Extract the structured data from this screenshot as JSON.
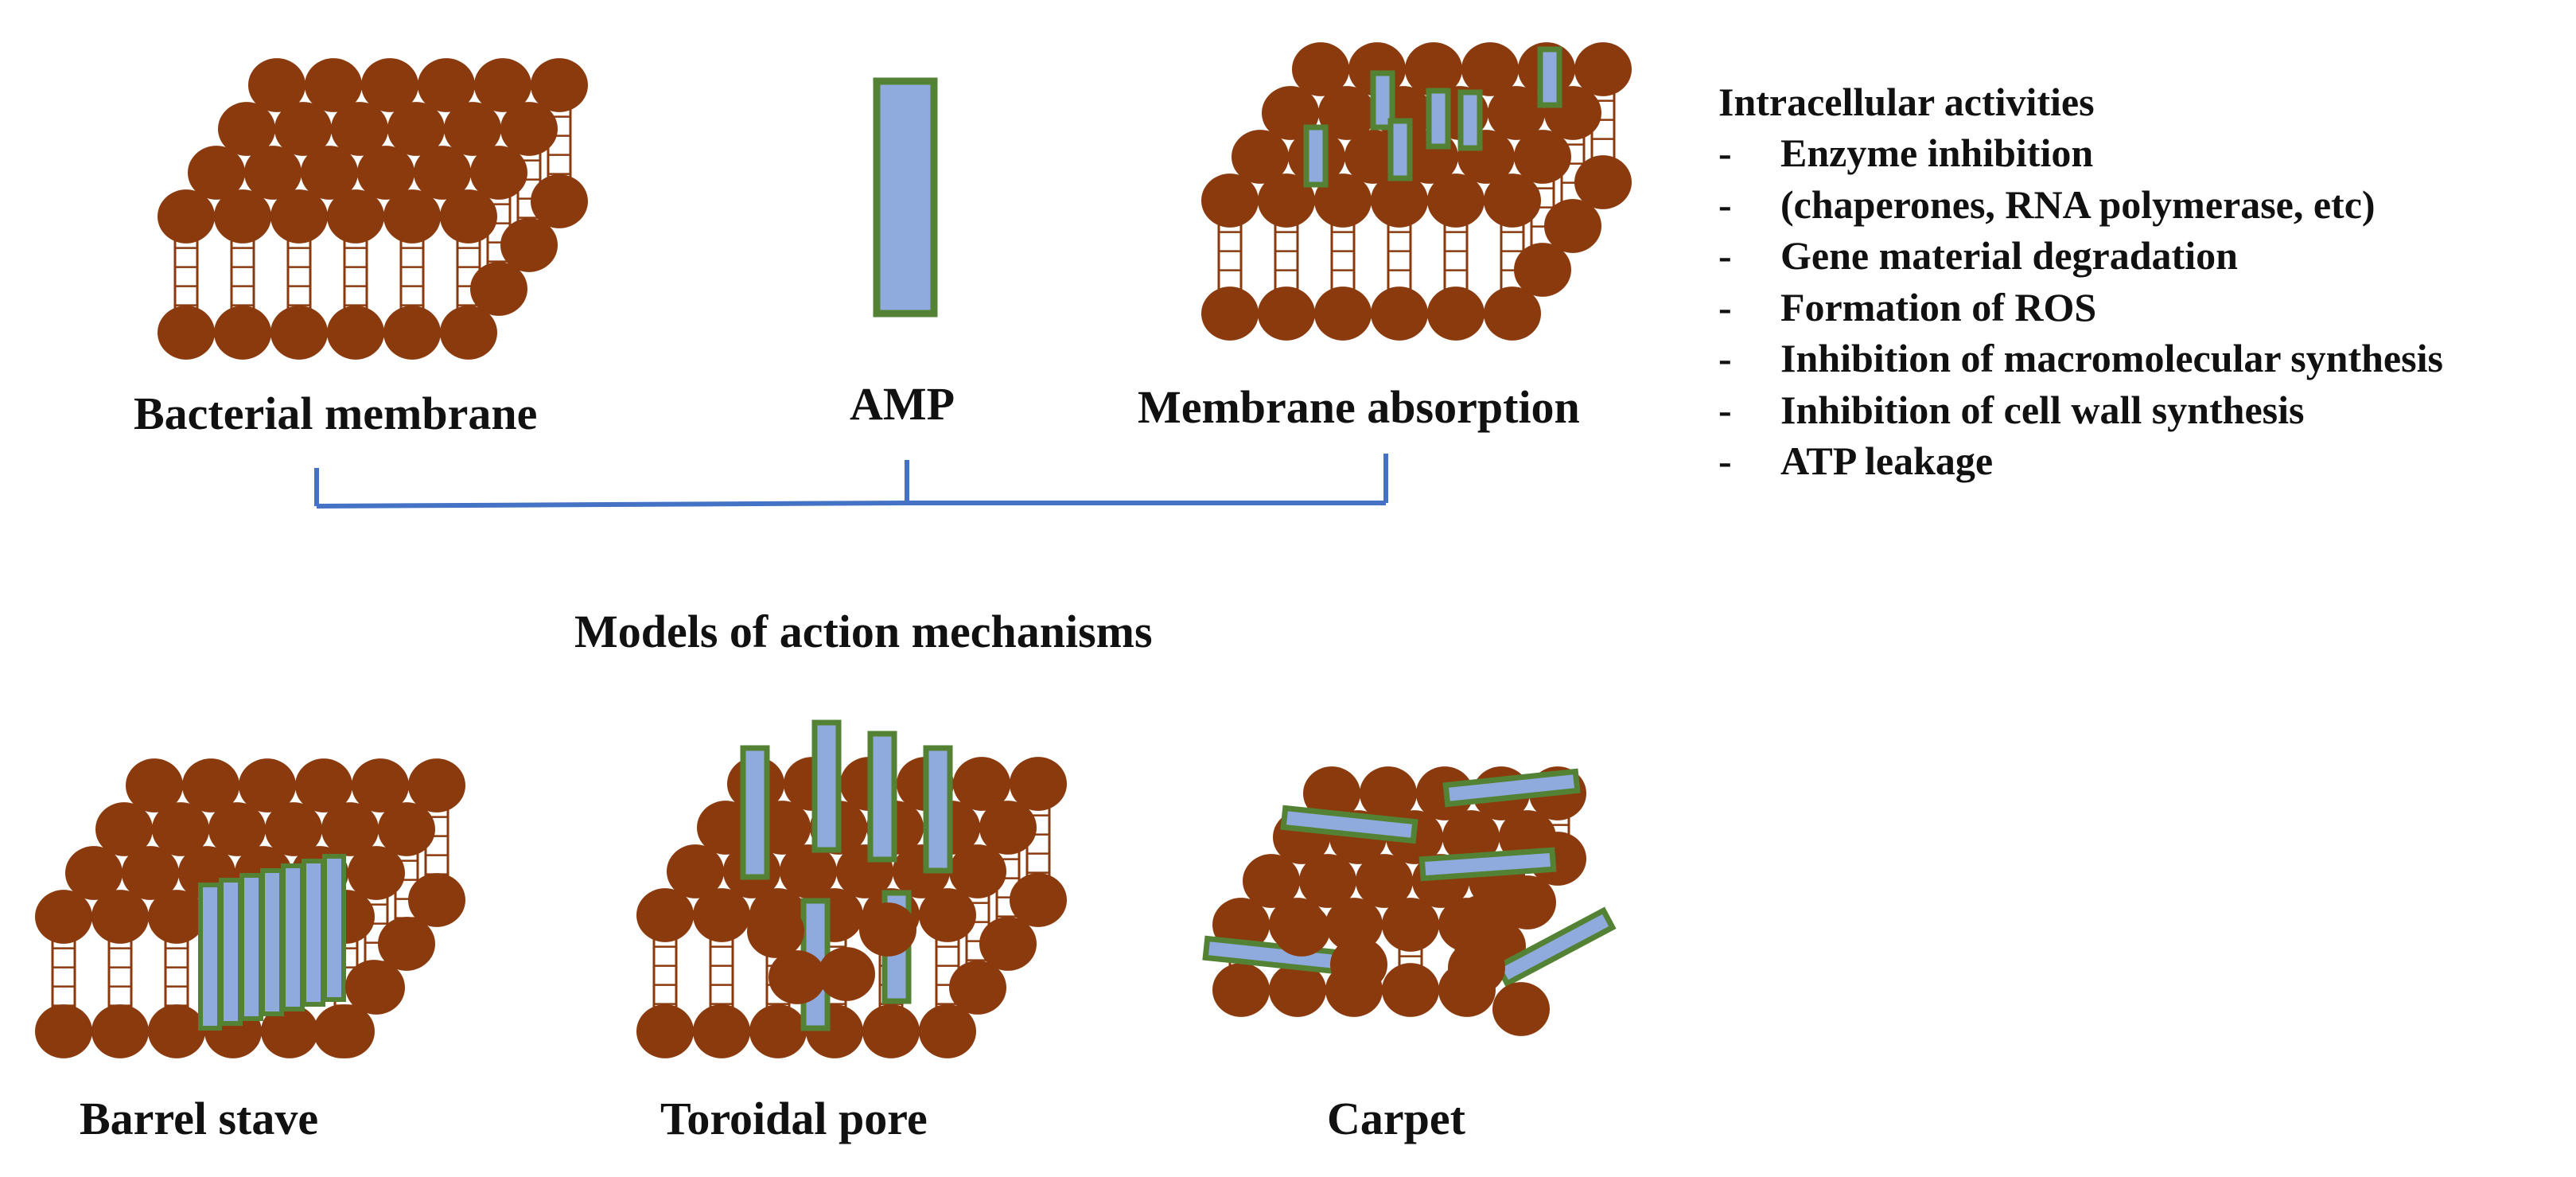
{
  "labels": {
    "bacterial_membrane": "Bacterial membrane",
    "amp": "AMP",
    "membrane_absorption": "Membrane absorption",
    "models_title": "Models of action mechanisms",
    "barrel_stave": "Barrel stave",
    "toroidal_pore": "Toroidal pore",
    "carpet": "Carpet"
  },
  "intracellular": {
    "title": "Intracellular activities",
    "bullet": "-",
    "items": [
      "Enzyme inhibition",
      "(chaperones, RNA polymerase, etc)",
      "Gene material degradation",
      "Formation of ROS",
      "Inhibition of macromolecular synthesis",
      "Inhibition of cell wall synthesis",
      "ATP leakage"
    ]
  },
  "colors": {
    "lipid_head": "#8B3A0E",
    "lipid_tail": "#8B3A0E",
    "peptide_fill": "#8FAADC",
    "peptide_border": "#548235",
    "connector_line": "#4472C4"
  }
}
